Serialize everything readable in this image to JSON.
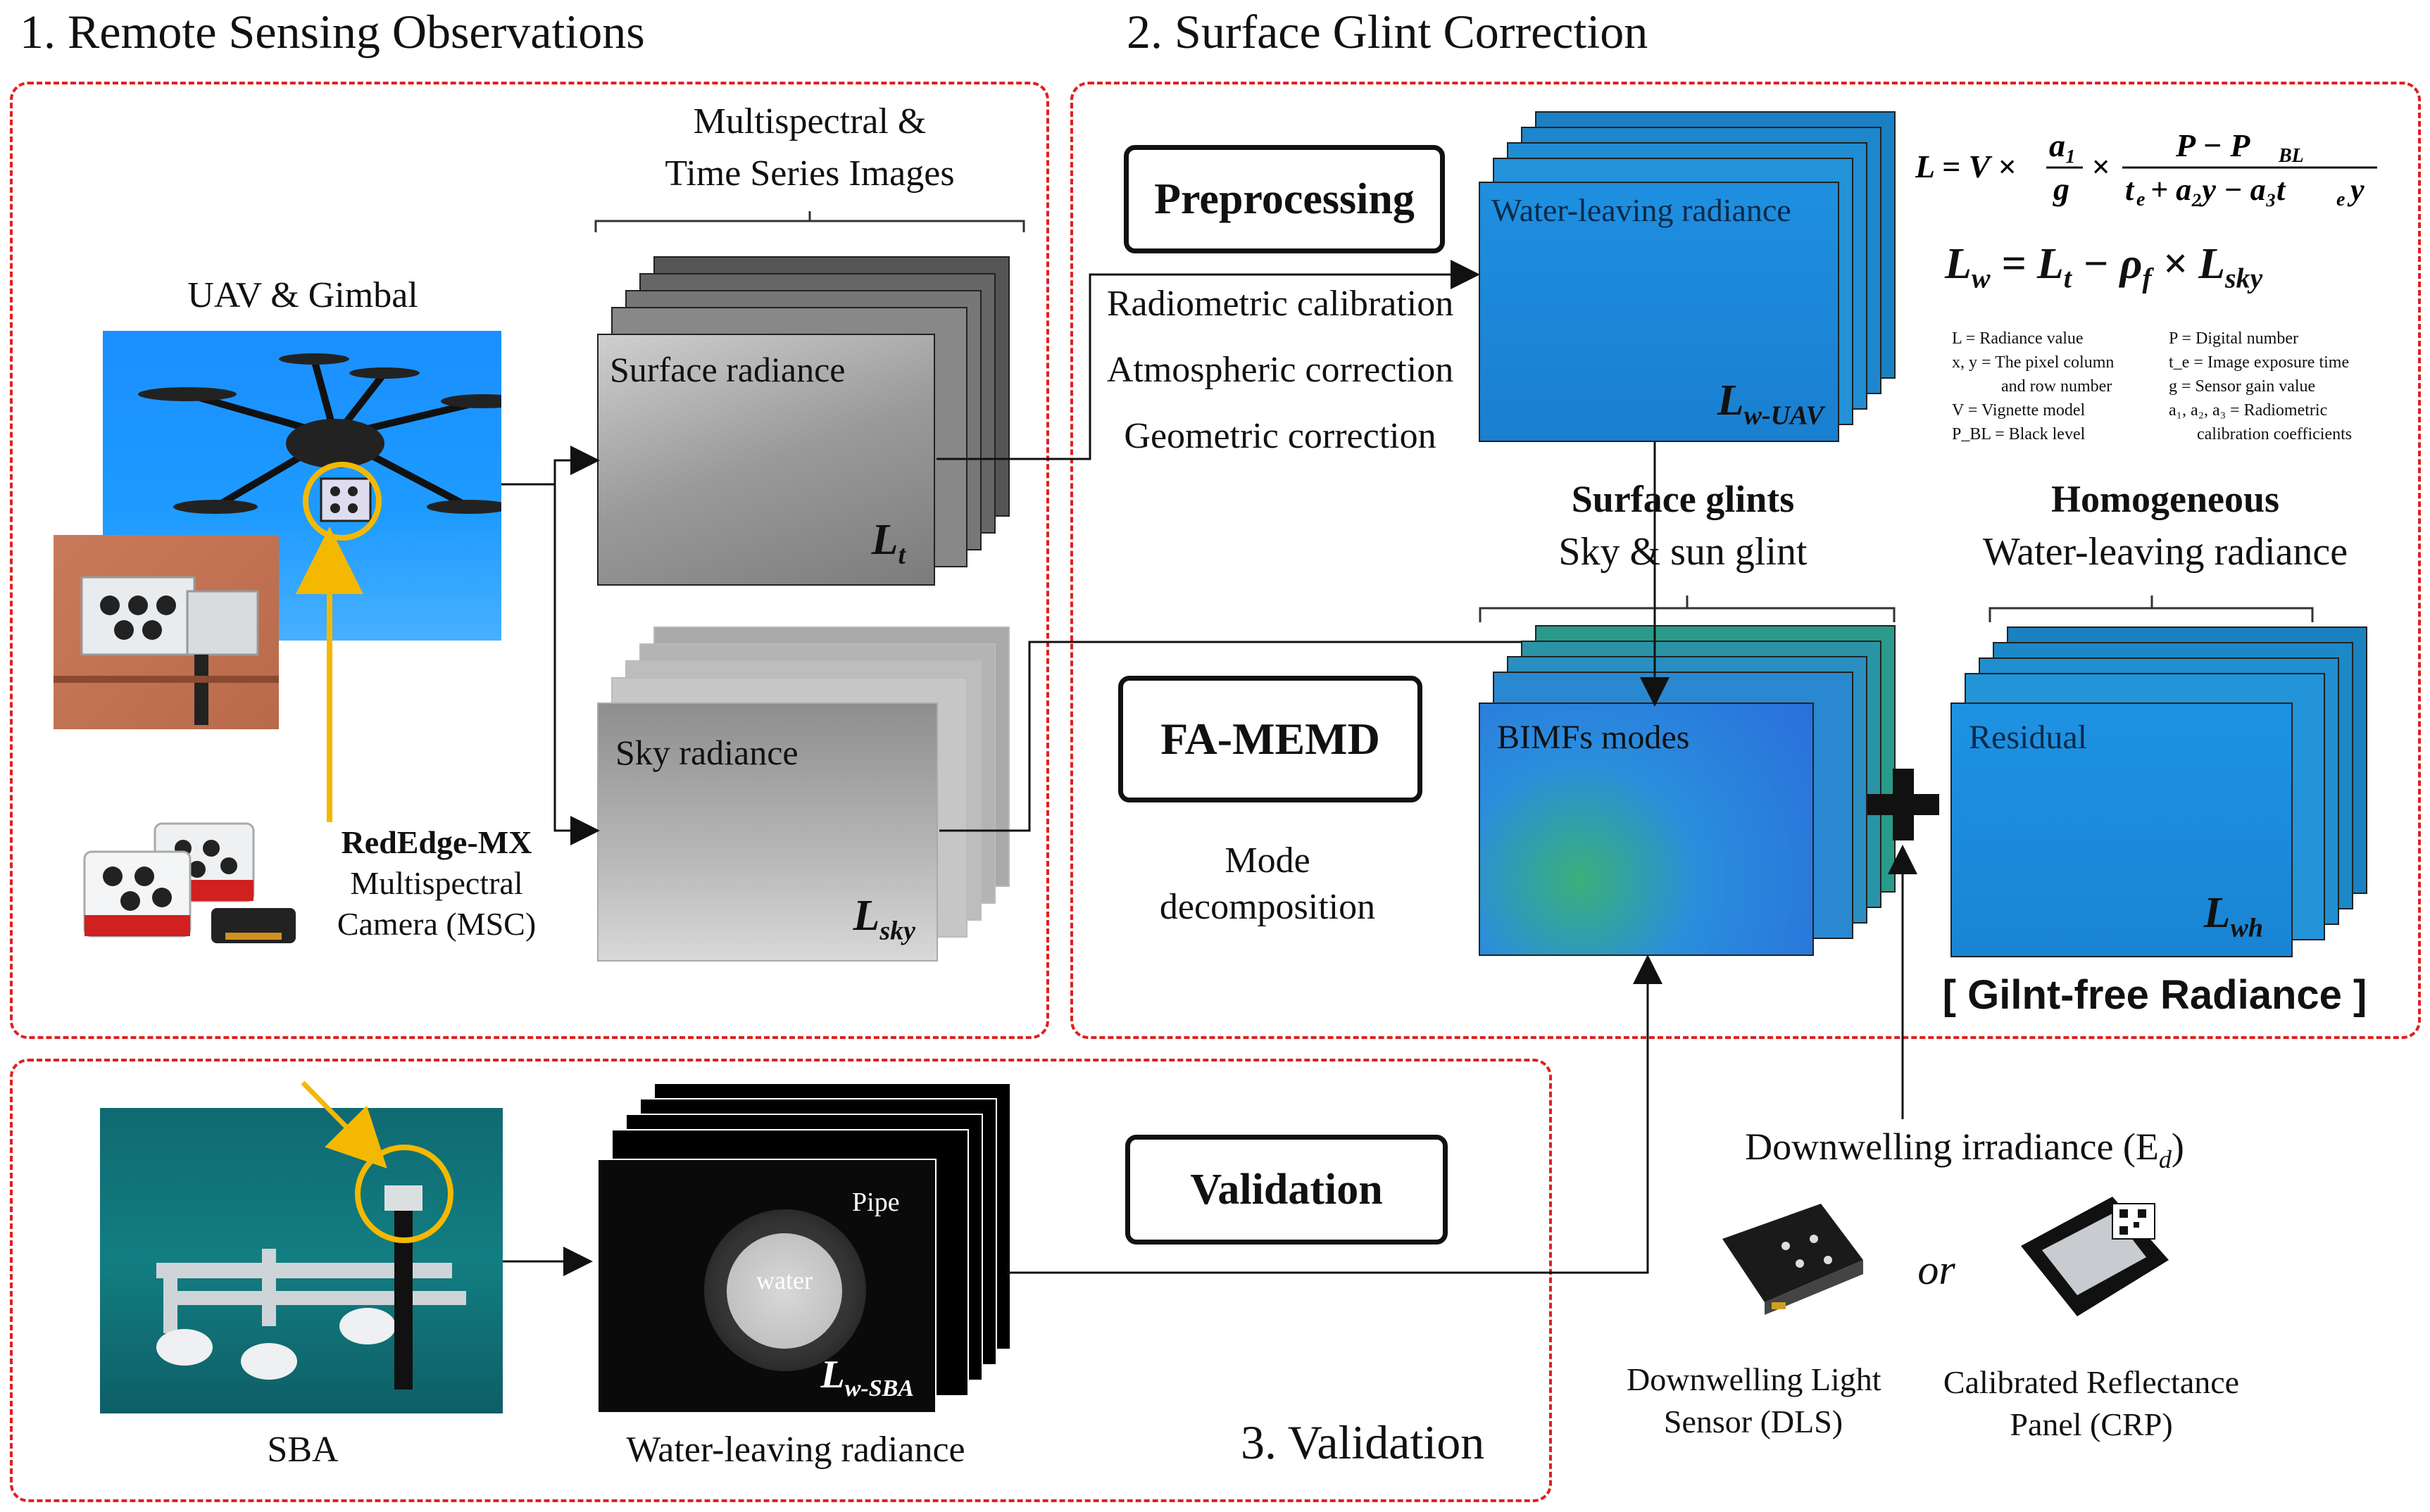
{
  "sections": {
    "s1_title": "1. Remote Sensing Observations",
    "s2_title": "2. Surface Glint Correction",
    "s3_title": "3. Validation"
  },
  "observations": {
    "multispectral_line1": "Multispectral &",
    "multispectral_line2": "Time Series Images",
    "uav_label": "UAV & Gimbal",
    "camera_name": "RedEdge-MX",
    "camera_line2": "Multispectral",
    "camera_line3": "Camera (MSC)",
    "surface_radiance": "Surface radiance",
    "surface_symbol": "L",
    "surface_symbol_sub": "t",
    "sky_radiance": "Sky radiance",
    "sky_symbol": "L",
    "sky_symbol_sub": "sky"
  },
  "correction": {
    "preprocessing": "Preprocessing",
    "steps": [
      "Radiometric calibration",
      "Atmospheric correction",
      "Geometric correction"
    ],
    "water_leaving": "Water-leaving radiance",
    "uav_symbol": "L",
    "uav_symbol_sub": "w-UAV",
    "eq1": "L = V × (a₁ / g) × (P − P_BL) / (t_e + a₂y − a₃t_e y)",
    "eq2_lhs": "L",
    "eq2_lhs_sub": "w",
    "eq2_rhs": "= L",
    "eq2_t": "t",
    "eq2_mid": " − ρ",
    "eq2_f": "f",
    "eq2_x": " × L",
    "eq2_sky": "sky",
    "legend_left": [
      "L = Radiance value",
      "x, y = The pixel column",
      "and row number",
      "V = Vignette model",
      "P_BL = Black level"
    ],
    "legend_right": [
      "P = Digital number",
      "t_e = Image exposure time",
      "g = Sensor gain value",
      "a₁, a₂, a₃ = Radiometric",
      "calibration coefficients"
    ],
    "glints_title": "Surface glints",
    "glints_sub": "Sky & sun glint",
    "homog_title": "Homogeneous",
    "homog_sub": "Water-leaving radiance",
    "famemd": "FA-MEMD",
    "mode_line1": "Mode",
    "mode_line2": "decomposition",
    "bimfs": "BIMFs modes",
    "residual": "Residual",
    "wh_symbol": "L",
    "wh_symbol_sub": "wh",
    "glint_free": "[ Gilnt-free Radiance ]"
  },
  "validation": {
    "validation_box": "Validation",
    "sba_label": "SBA",
    "wl_label": "Water-leaving radiance",
    "pipe": "Pipe",
    "water": "water",
    "sba_symbol": "L",
    "sba_symbol_sub": "w-SBA",
    "downwelling": "Downwelling irradiance (E",
    "downwelling_sub": "d",
    "downwelling_end": ")",
    "or": "or",
    "dls_line1": "Downwelling Light",
    "dls_line2": "Sensor (DLS)",
    "crp_line1": "Calibrated Reflectance",
    "crp_line2": "Panel (CRP)"
  },
  "colors": {
    "dash_red": "#e02020",
    "water_blue": "#1e88d8",
    "sky_blue": "#1e90ff",
    "arrow_yellow": "#f5b800"
  }
}
